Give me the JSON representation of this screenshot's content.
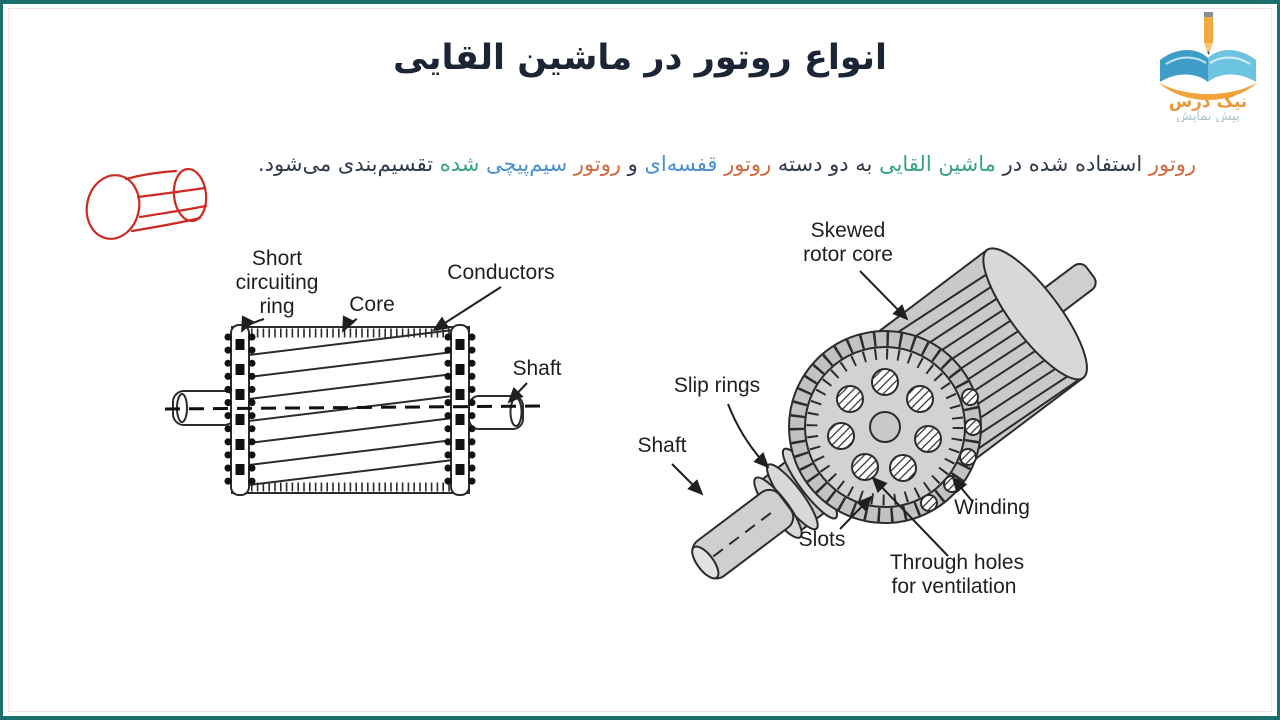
{
  "slide": {
    "title": "انواع روتور در ماشین القایی"
  },
  "logo": {
    "brand": "نیک درس",
    "subtitle": "پیش نمایش"
  },
  "intro": {
    "segments": [
      {
        "text": "روتور ",
        "color": "#d0683c"
      },
      {
        "text": "استفاده شده در ",
        "color": "#2e3a4a"
      },
      {
        "text": "ماشین القایی",
        "color": "#35a287"
      },
      {
        "text": " به دو دسته ",
        "color": "#2e3a4a"
      },
      {
        "text": "روتور ",
        "color": "#d0683c"
      },
      {
        "text": "قفسه‌ای",
        "color": "#4a8fd3"
      },
      {
        "text": " و ",
        "color": "#2e3a4a"
      },
      {
        "text": "روتور ",
        "color": "#d0683c"
      },
      {
        "text": "سیم‌پیچی",
        "color": "#4a8fd3"
      },
      {
        "text": " شده ",
        "color": "#35a287"
      },
      {
        "text": "تقسیم‌بندی می‌شود.",
        "color": "#2e3a4a"
      }
    ]
  },
  "cage_diagram": {
    "labels": {
      "short_ring_line1": "Short",
      "short_ring_line2": "circuiting",
      "short_ring_line3": "ring",
      "core": "Core",
      "conductors": "Conductors",
      "shaft": "Shaft"
    }
  },
  "wound_diagram": {
    "labels": {
      "skewed_line1": "Skewed",
      "skewed_line2": "rotor core",
      "slip_rings": "Slip rings",
      "shaft": "Shaft",
      "slots": "Slots",
      "winding": "Winding",
      "through_holes_line1": "Through holes",
      "through_holes_line2": "for ventilation"
    }
  },
  "colors": {
    "border": "#1f6e6e",
    "title": "#1c2536",
    "text": "#2e3a4a",
    "rotor_orange": "#d0683c",
    "term_blue": "#4a8fd3",
    "term_green": "#35a287",
    "sketch_red": "#cc2a22",
    "diagram_ink": "#2b2b2b",
    "diagram_fill": "#c9c9c9",
    "logo_blue": "#4aa7c9",
    "logo_orange": "#e8983a"
  }
}
